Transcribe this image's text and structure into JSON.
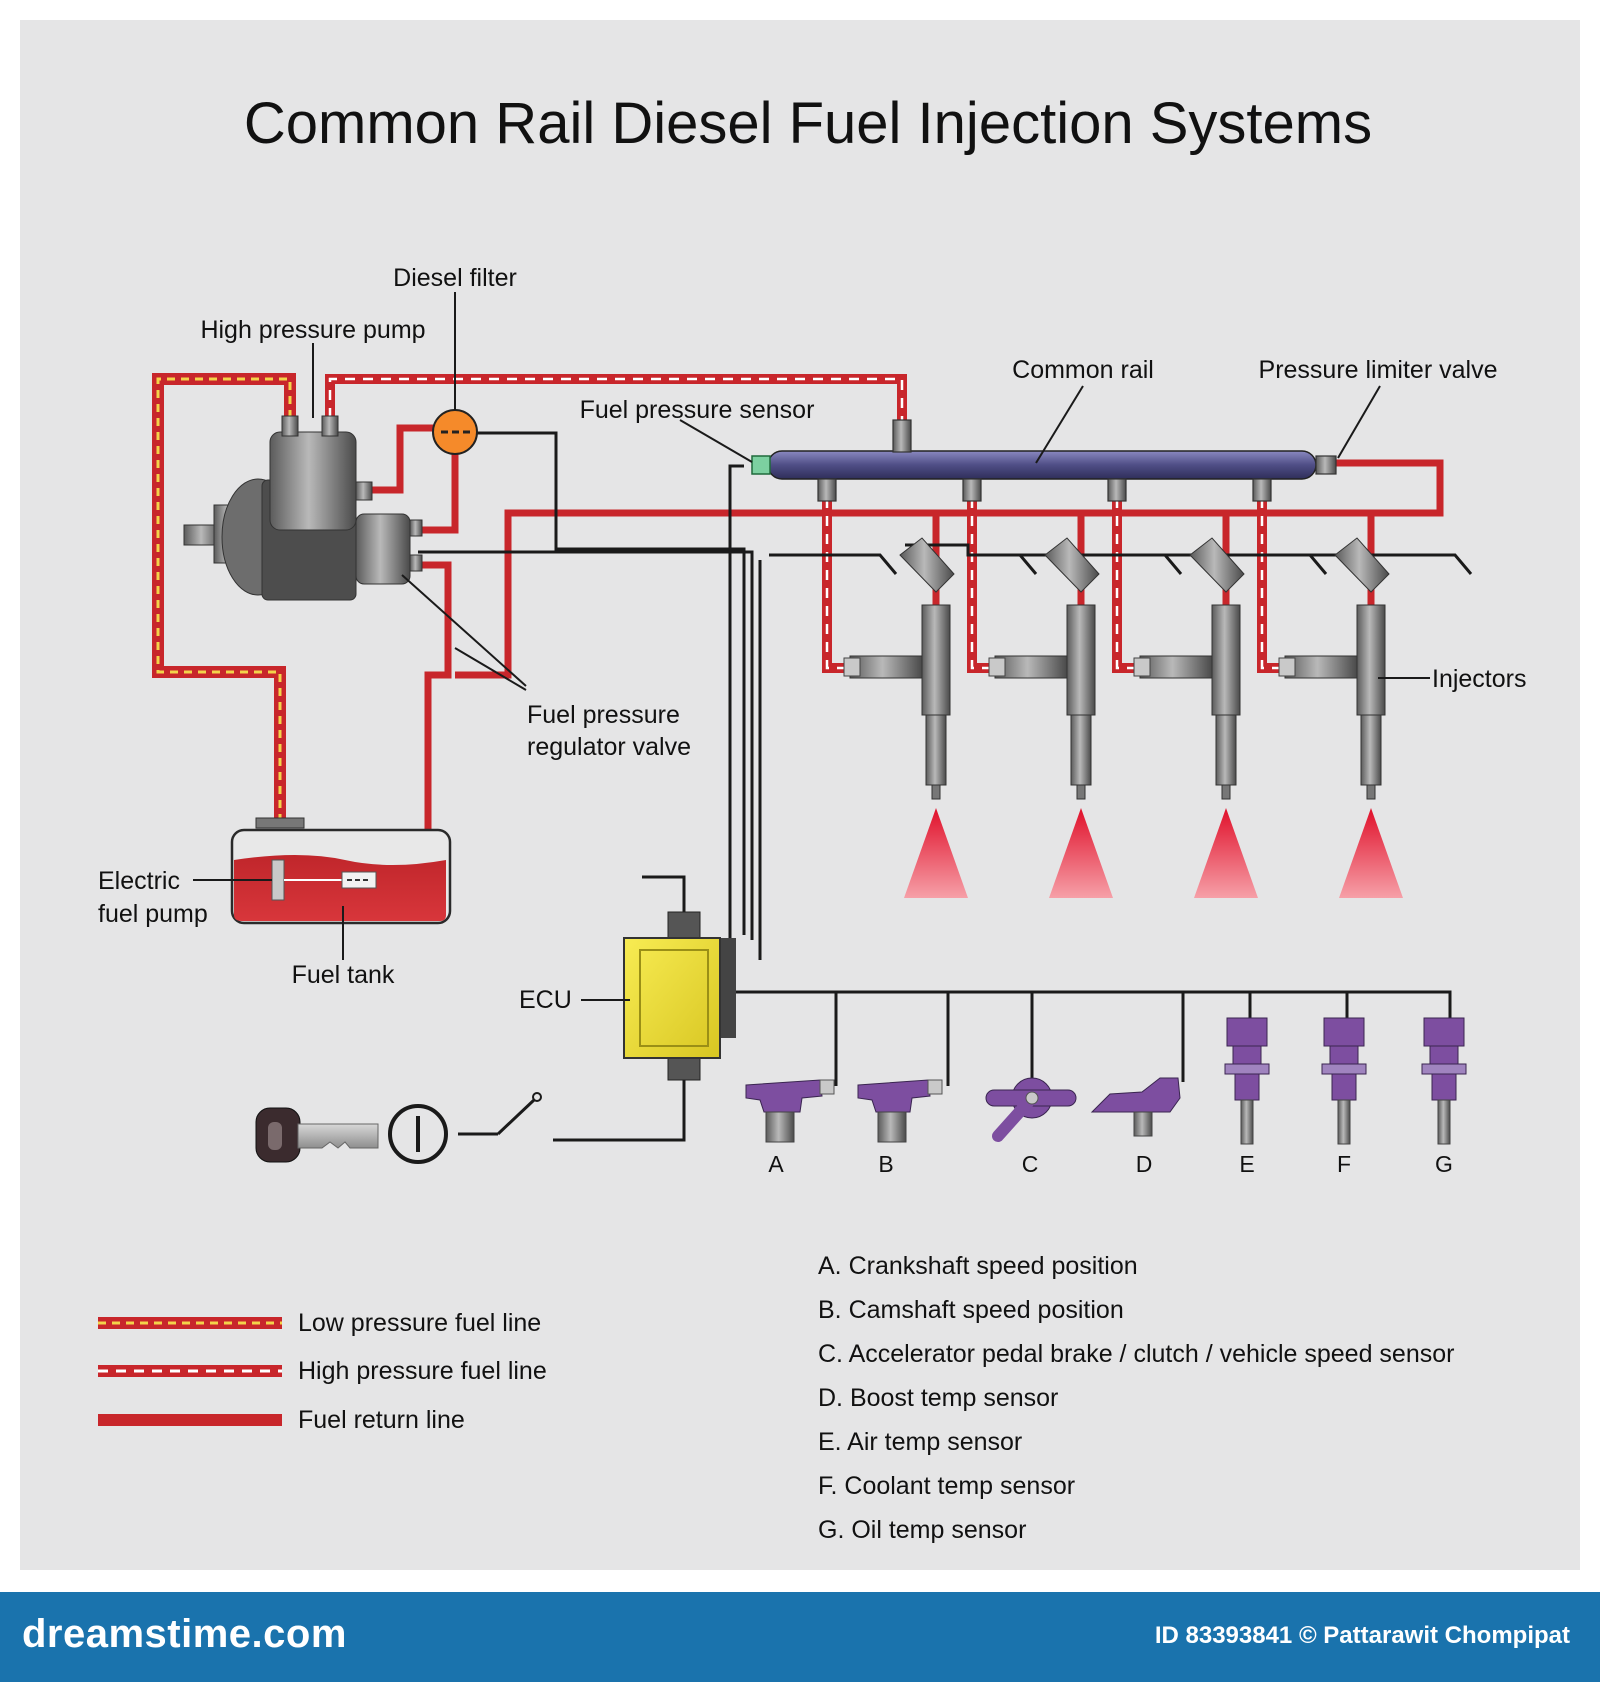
{
  "title": "Common Rail Diesel Fuel Injection Systems",
  "labels": {
    "diesel_filter": "Diesel filter",
    "high_pressure_pump": "High pressure pump",
    "common_rail": "Common rail",
    "pressure_limiter_valve": "Pressure limiter valve",
    "fuel_pressure_sensor": "Fuel pressure sensor",
    "injectors": "Injectors",
    "fuel_pressure_regulator_valve_1": "Fuel pressure",
    "fuel_pressure_regulator_valve_2": "regulator valve",
    "electric_fuel_pump_1": "Electric",
    "electric_fuel_pump_2": "fuel pump",
    "fuel_tank": "Fuel tank",
    "ecu": "ECU"
  },
  "sensors": [
    {
      "letter": "A",
      "description": "A.  Crankshaft speed position"
    },
    {
      "letter": "B",
      "description": "B.  Camshaft speed position"
    },
    {
      "letter": "C",
      "description": "C.  Accelerator pedal brake / clutch / vehicle speed sensor"
    },
    {
      "letter": "D",
      "description": "D.  Boost temp sensor"
    },
    {
      "letter": "E",
      "description": "E.  Air temp sensor"
    },
    {
      "letter": "F",
      "description": "F.  Coolant temp sensor"
    },
    {
      "letter": "G",
      "description": "G. Oil temp sensor"
    }
  ],
  "legend": [
    {
      "label": "Low pressure fuel line",
      "style": "low-pressure",
      "color": "#c8262b",
      "dash_color": "#f3d34a"
    },
    {
      "label": "High pressure fuel line",
      "style": "high-pressure",
      "color": "#c8262b",
      "dash_color": "#ffffff"
    },
    {
      "label": "Fuel return line",
      "style": "return",
      "color": "#c8262b"
    }
  ],
  "footer": {
    "brand": "dreamstime.com",
    "credit": "ID 83393841 © Pattarawit Chompipat"
  },
  "colors": {
    "background": "#e5e5e6",
    "fuel_line": "#c8262b",
    "rail": "#4f4e86",
    "ecu": "#f1e22c",
    "sensor": "#7d4ea0",
    "footer": "#1a73ad"
  }
}
